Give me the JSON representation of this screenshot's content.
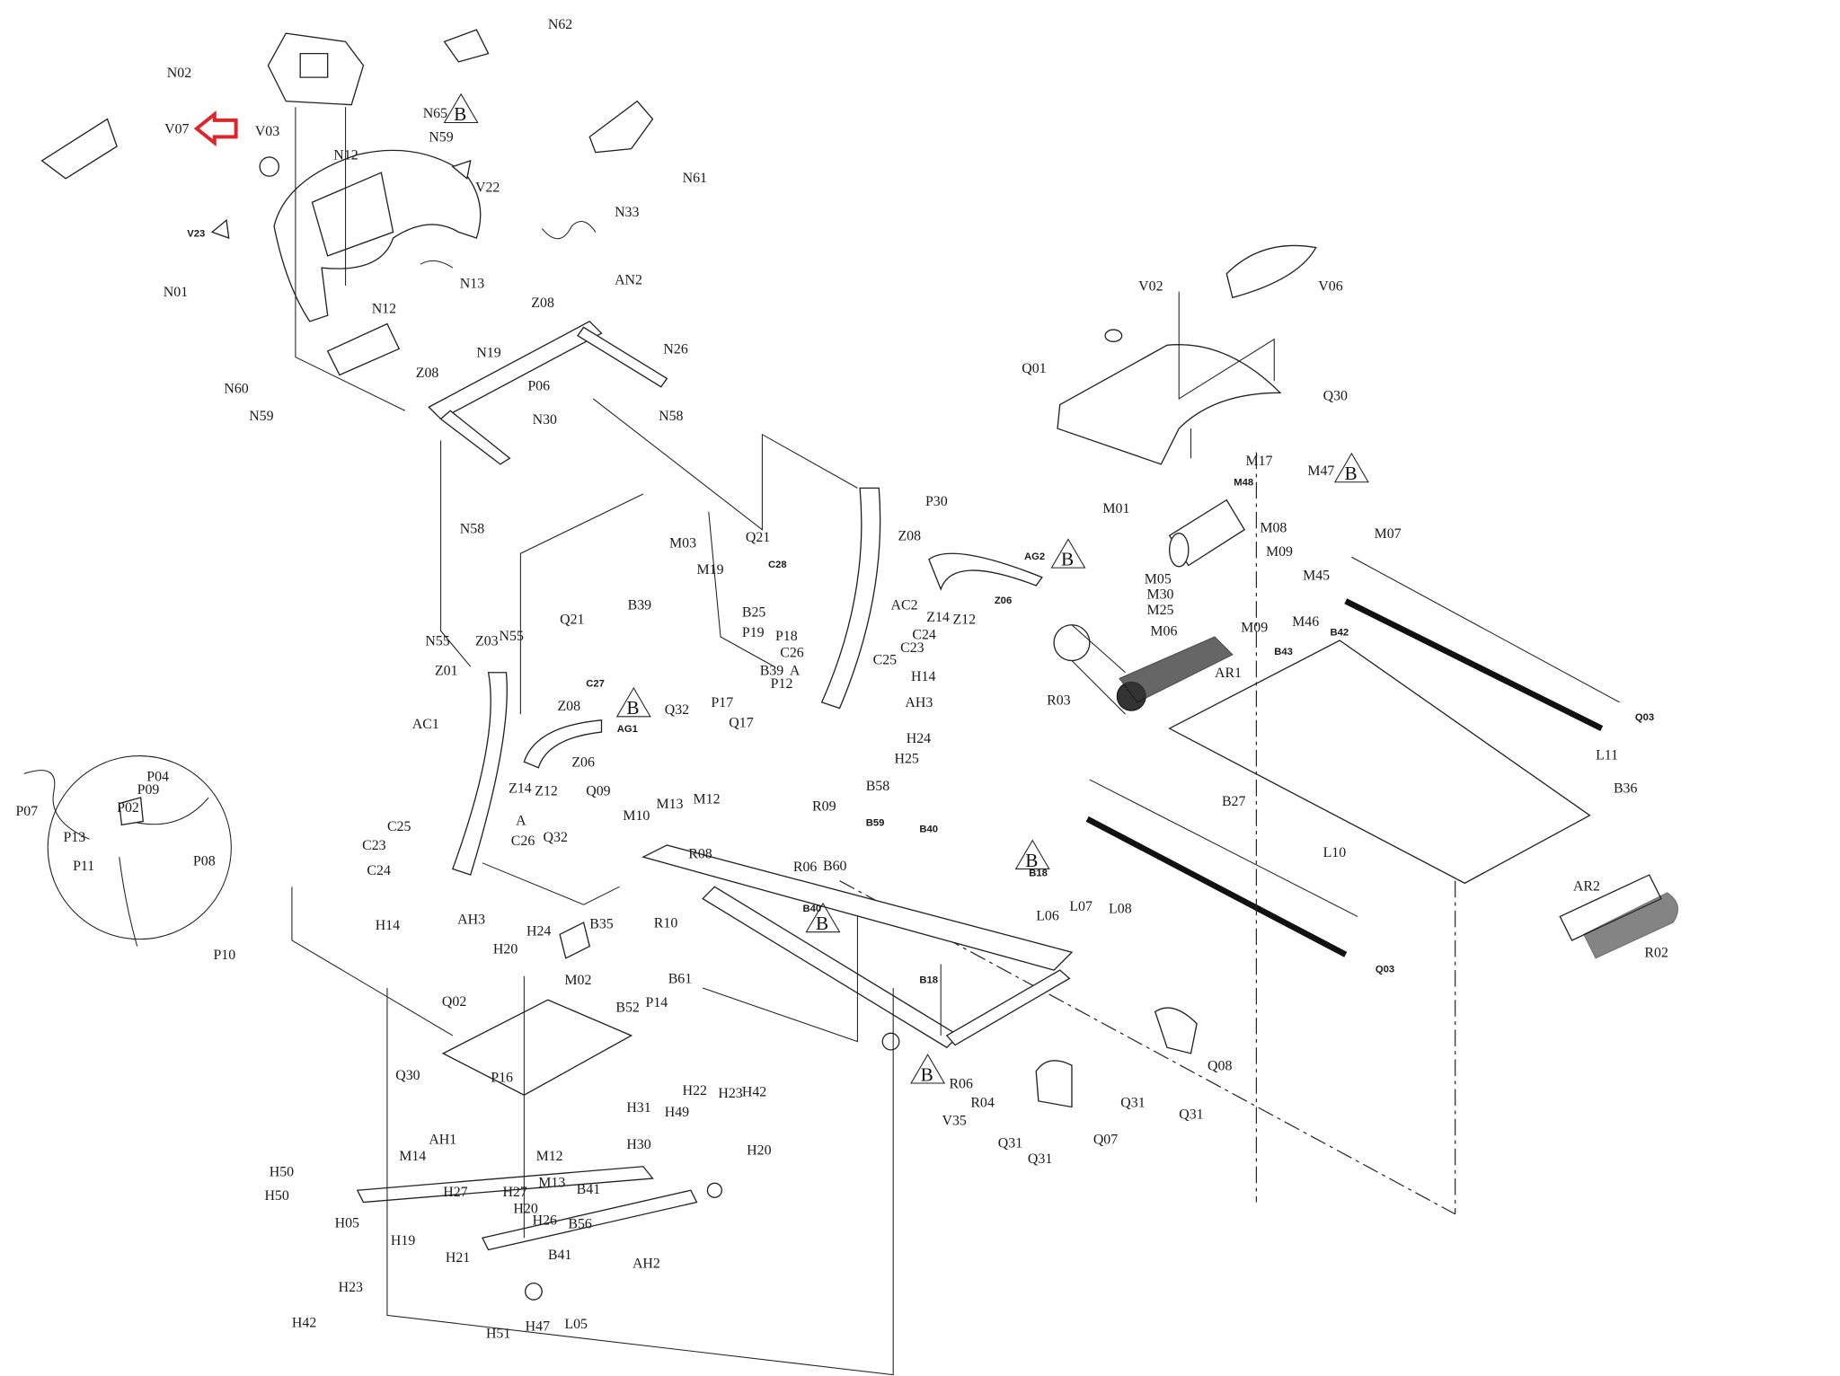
{
  "diagram": {
    "highlight_arrow": {
      "points_to": "V07",
      "color": "#e0242c"
    },
    "revision_marks": [
      "B",
      "B",
      "B",
      "B",
      "B",
      "B",
      "B"
    ],
    "callouts": [
      "N62",
      "N02",
      "V07",
      "V03",
      "N65",
      "N59",
      "N61",
      "N12",
      "V22",
      "N33",
      "V23",
      "N01",
      "N13",
      "N12",
      "Z08",
      "AN2",
      "N19",
      "N26",
      "Z08",
      "P06",
      "N60",
      "N30",
      "N58",
      "N59",
      "N58",
      "V02",
      "V06",
      "Q01",
      "Q30",
      "M17",
      "M48",
      "M47",
      "M01",
      "M08",
      "M07",
      "M09",
      "Q21",
      "C28",
      "P30",
      "Z08",
      "M03",
      "M19",
      "M05",
      "M45",
      "M30",
      "M25",
      "AC2",
      "B39",
      "B25",
      "M46",
      "M06",
      "M09",
      "B42",
      "P19",
      "P18",
      "C24",
      "C23",
      "C26",
      "C25",
      "B43",
      "N55",
      "Z03",
      "N55",
      "Q21",
      "A",
      "P12",
      "B39",
      "P17",
      "AR1",
      "Z01",
      "C27",
      "H14",
      "R03",
      "Z08",
      "Q03",
      "AH3",
      "Q32",
      "AG1",
      "Q17",
      "AC1",
      "H24",
      "Z06",
      "L11",
      "H25",
      "B36",
      "Z14",
      "Z12",
      "B58",
      "Q09",
      "M13",
      "M12",
      "R09",
      "B27",
      "L10",
      "M10",
      "B59",
      "B40",
      "C25",
      "A",
      "Q32",
      "C23",
      "C26",
      "R08",
      "R06",
      "B60",
      "B18",
      "C24",
      "AR2",
      "L07",
      "L08",
      "L06",
      "B40",
      "R10",
      "H14",
      "AH3",
      "B35",
      "H24",
      "H20",
      "R02",
      "P10",
      "M02",
      "B61",
      "Q03",
      "B18",
      "P14",
      "B52",
      "Q08",
      "Q02",
      "P16",
      "Q30",
      "R06",
      "R04",
      "Q31",
      "Q31",
      "V35",
      "Q31",
      "Q31",
      "Q07",
      "H31",
      "H22",
      "H23",
      "H42",
      "H49",
      "H20",
      "H30",
      "AH1",
      "M14",
      "M12",
      "M13",
      "H50",
      "H50",
      "H27",
      "H27",
      "H05",
      "H20",
      "B41",
      "H26",
      "B56",
      "H19",
      "H21",
      "B41",
      "AH2",
      "H23",
      "H42",
      "H51",
      "H47",
      "L05",
      "P07",
      "P04",
      "P09",
      "P02",
      "P13",
      "P11",
      "P08",
      "AG2",
      "Z14",
      "Z12",
      "Z06"
    ]
  }
}
